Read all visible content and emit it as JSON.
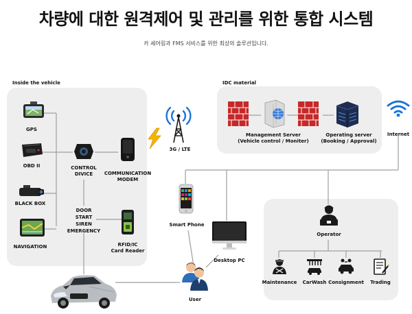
{
  "title": "차량에 대한 원격제어 및 관리를 위한 통합 시스템",
  "subtitle": "카 셰어링과 FMS 서비스를 위한 최상의 솔루션입니다.",
  "vehicle_panel": {
    "title": "Inside the vehicle",
    "gps": "GPS",
    "obd": "OBD II",
    "blackbox": "BLACK BOX",
    "navigation": "NAVIGATION",
    "control_line1": "CONTROL",
    "control_line2": "DIVICE",
    "comm_line1": "COMMUNICATION",
    "comm_line2": "MODEM",
    "door_line1": "DOOR",
    "door_line2": "START",
    "door_line3": "SIREN",
    "door_line4": "EMERGENCY",
    "rfid_line1": "RFID/IC",
    "rfid_line2": "Card Reader"
  },
  "network": {
    "lte": "3G / LTE",
    "internet": "Internet"
  },
  "idc_panel": {
    "title": "IDC material",
    "mgmt_line1": "Management Server",
    "mgmt_line2": "(Vehicle control / Moniter)",
    "op_line1": "Operating server",
    "op_line2": "(Booking / Approval)"
  },
  "clients": {
    "smartphone": "Smart Phone",
    "desktop": "Desktop PC",
    "user": "User"
  },
  "operator_panel": {
    "operator": "Operator",
    "maintenance": "Maintenance",
    "carwash": "CarWash",
    "consignment": "Consignment",
    "trading": "Trading"
  },
  "colors": {
    "panel_bg": "#eeeeee",
    "wifi_blue": "#1a73d9",
    "lightning": "#f5b400",
    "firewall_red": "#c62828",
    "line_gray": "#9e9e9e"
  }
}
